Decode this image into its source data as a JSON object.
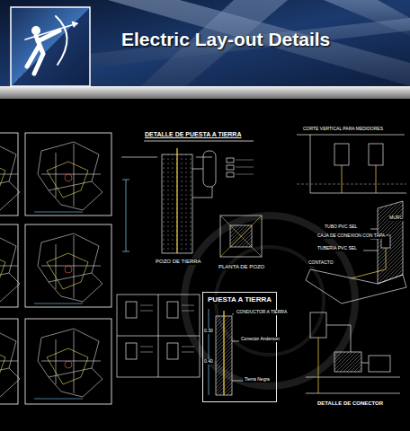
{
  "diagram": {
    "title": "Electric Lay-out Details",
    "nodes": [
      {
        "text": [
          "PUESTA A TIERRA"
        ]
      }
    ],
    "labels": [
      "DETALLE DE PUESTA A TIERRA",
      "POZO DE TIERRA",
      "PLANTA DE POZO",
      "CORTE VERTICAL PARA MEDIDORES",
      "TUBO PVC SEL",
      "CAJA DE CONEXION CON TAPA",
      "TUBERIA PVC SEL",
      "MURO",
      "CONTACTO",
      "CONDUCTOR A TIERRA",
      "0.30",
      "0.40",
      "Tierra Negra",
      "DETALLE DE CONECTOR",
      "Conector Anderson"
    ]
  }
}
